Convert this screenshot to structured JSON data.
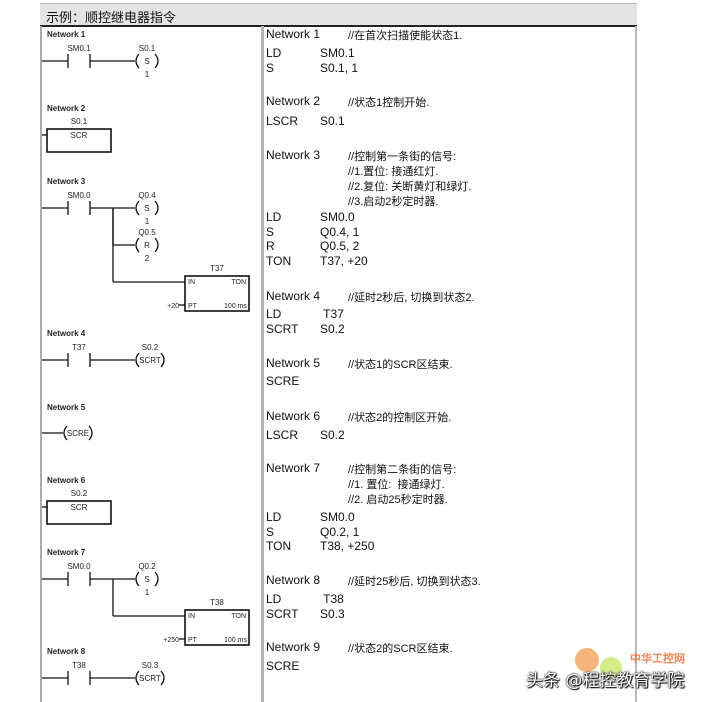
{
  "title": "示例：顺控继电器指令",
  "ladder": [
    {
      "network": "Network 1",
      "elements": [
        {
          "type": "contact",
          "label": "SM0.1"
        },
        {
          "type": "coil",
          "label": "S0.1",
          "inner": "S",
          "sub": "1"
        }
      ]
    },
    {
      "network": "Network 2",
      "elements": [
        {
          "type": "scr_box",
          "label": "S0.1",
          "inner": "SCR"
        }
      ]
    },
    {
      "network": "Network 3",
      "elements": [
        {
          "type": "contact",
          "label": "SM0.0"
        },
        {
          "type": "coil",
          "label": "Q0.4",
          "inner": "S",
          "sub": "1"
        },
        {
          "type": "coil",
          "label": "Q0.5",
          "inner": "R",
          "sub": "2"
        },
        {
          "type": "timer",
          "label": "T37",
          "in": "IN",
          "kind": "TON",
          "pt": "PT",
          "preset": "+20",
          "base": "100 ms"
        }
      ]
    },
    {
      "network": "Network 4",
      "elements": [
        {
          "type": "contact",
          "label": "T37"
        },
        {
          "type": "coil",
          "label": "S0.2",
          "inner": "SCRT"
        }
      ]
    },
    {
      "network": "Network 5",
      "elements": [
        {
          "type": "coil",
          "inner": "SCRE"
        }
      ]
    },
    {
      "network": "Network 6",
      "elements": [
        {
          "type": "scr_box",
          "label": "S0.2",
          "inner": "SCR"
        }
      ]
    },
    {
      "network": "Network 7",
      "elements": [
        {
          "type": "contact",
          "label": "SM0.0"
        },
        {
          "type": "coil",
          "label": "Q0.2",
          "inner": "S",
          "sub": "1"
        },
        {
          "type": "timer",
          "label": "T38",
          "in": "IN",
          "kind": "TON",
          "pt": "PT",
          "preset": "+250",
          "base": "100 ms"
        }
      ]
    },
    {
      "network": "Network 8",
      "elements": [
        {
          "type": "contact",
          "label": "T38"
        },
        {
          "type": "coil",
          "label": "S0.3",
          "inner": "SCRT"
        }
      ]
    }
  ],
  "stl": [
    {
      "network": "Network 1",
      "comment": [
        "//在首次扫描使能状态1."
      ],
      "code": [
        [
          "LD",
          "SM0.1"
        ],
        [
          "S",
          "S0.1, 1"
        ]
      ]
    },
    {
      "network": "Network 2",
      "comment": [
        "//状态1控制开始."
      ],
      "code": [
        [
          "LSCR",
          "S0.1"
        ]
      ]
    },
    {
      "network": "Network 3",
      "comment": [
        "//控制第一条街的信号:",
        "//1.置位: 接通红灯.",
        "//2.复位: 关断黄灯和绿灯.",
        "//3.启动2秒定时器."
      ],
      "code": [
        [
          "LD",
          "SM0.0"
        ],
        [
          "S",
          "Q0.4, 1"
        ],
        [
          "R",
          "Q0.5, 2"
        ],
        [
          "TON",
          "T37, +20"
        ]
      ]
    },
    {
      "network": "Network 4",
      "comment": [
        "//延时2秒后, 切换到状态2."
      ],
      "code": [
        [
          "LD",
          " T37"
        ],
        [
          "SCRT",
          "S0.2"
        ]
      ]
    },
    {
      "network": "Network 5",
      "comment": [
        "//状态1的SCR区结束."
      ],
      "code": [
        [
          "SCRE",
          ""
        ]
      ]
    },
    {
      "network": "Network 6",
      "comment": [
        "//状态2的控制区开始."
      ],
      "code": [
        [
          "LSCR",
          "S0.2"
        ]
      ]
    },
    {
      "network": "Network 7",
      "comment": [
        "//控制第二条街的信号:",
        "//1. 置位:  接通绿灯.",
        "//2. 启动25秒定时器."
      ],
      "code": [
        [
          "LD",
          "SM0.0"
        ],
        [
          "S",
          "Q0.2, 1"
        ],
        [
          "TON",
          "T38, +250"
        ]
      ]
    },
    {
      "network": "Network 8",
      "comment": [
        "//延时25秒后, 切换到状态3."
      ],
      "code": [
        [
          "LD",
          " T38"
        ],
        [
          "SCRT",
          "S0.3"
        ]
      ]
    },
    {
      "network": "Network 9",
      "comment": [
        "//状态2的SCR区结束."
      ],
      "code": [
        [
          "SCRE",
          ""
        ]
      ]
    }
  ],
  "watermark": {
    "text": "头条 @程控教育学院",
    "logo_text": "中华工控网"
  }
}
